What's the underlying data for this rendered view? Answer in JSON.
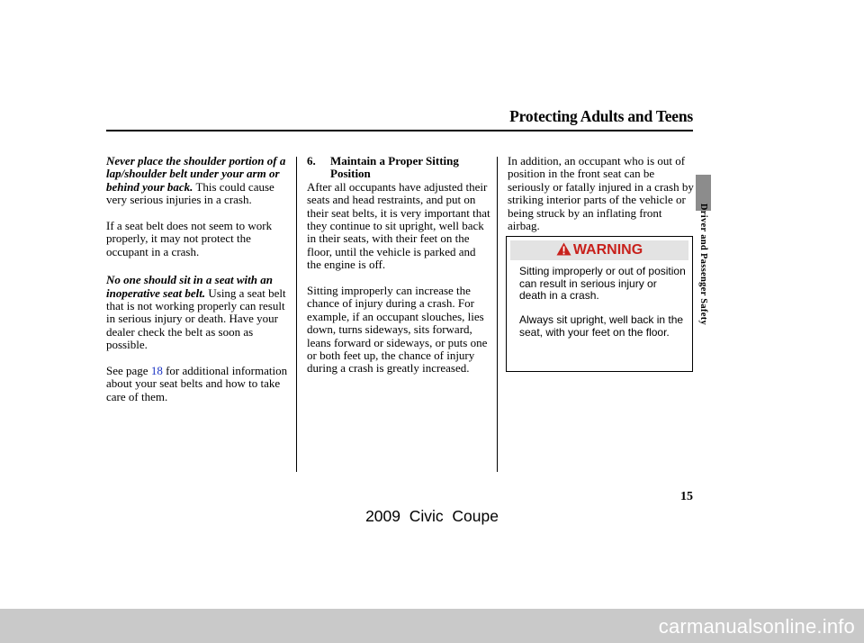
{
  "header": {
    "title": "Protecting Adults and Teens"
  },
  "side_tab": {
    "label": "Driver and Passenger Safety"
  },
  "column1": {
    "p1_emphasis": "Never place the shoulder portion of a lap/shoulder belt under your arm or behind your back.",
    "p1_text": "This could cause very serious injuries in a crash.",
    "p2_text": "If a seat belt does not seem to work properly, it may not protect the occupant in a crash.",
    "p3_emphasis": "No one should sit in a seat with an inoperative seat belt.",
    "p3_text": "Using a seat belt that is not working properly can result in serious injury or death. Have your dealer check the belt as soon as possible.",
    "p4_before": "See page",
    "p4_link": "18",
    "p4_after": "for additional information about your seat belts and how to take care of them."
  },
  "column2": {
    "section_number": "6.",
    "section_title": "Maintain a Proper Sitting Position",
    "p1_text": "After all occupants have adjusted their seats and head restraints, and put on their seat belts, it is very important that they continue to sit upright, well back in their seats, with their feet on the floor, until the vehicle is parked and the engine is off.",
    "p2_text": "Sitting improperly can increase the chance of injury during a crash. For example, if an occupant slouches, lies down, turns sideways, sits forward, leans forward or sideways, or puts one or both feet up, the chance of injury during a crash is greatly increased."
  },
  "column3": {
    "p1_text": "In addition, an occupant who is out of position in the front seat can be seriously or fatally injured in a crash by striking interior parts of the vehicle or being struck by an inflating front airbag."
  },
  "warning": {
    "label": "WARNING",
    "text1": "Sitting improperly or out of position can result in serious injury or death in a crash.",
    "text2": "Always sit upright, well back in the seat, with your feet on the floor.",
    "accent_color": "#c8211c"
  },
  "footer": {
    "page_number": "15",
    "model": "2009  Civic  Coupe",
    "watermark": "carmanualsonline.info"
  }
}
